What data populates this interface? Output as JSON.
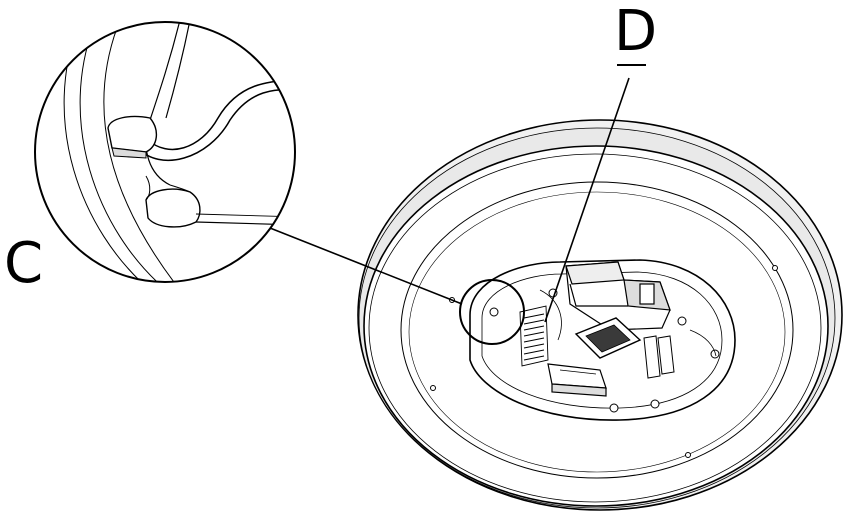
{
  "labels": {
    "c": "C",
    "d": "D"
  },
  "colors": {
    "line": "#000000",
    "fill": "#ffffff",
    "shade": "#e6e6e6"
  },
  "icons": {
    "device": "ceiling-light-fixture",
    "detail": "magnified-tab-notch"
  }
}
